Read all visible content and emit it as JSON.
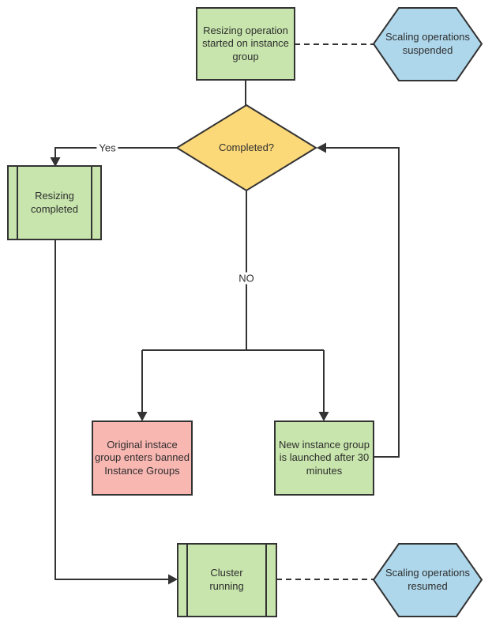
{
  "colors": {
    "green": "#c7e5ac",
    "yellow": "#fbd878",
    "pink": "#f9b7b2",
    "blue": "#aed7eb",
    "stroke": "#333333"
  },
  "nodes": {
    "start": {
      "label": "Resizing operation started on instance group",
      "shape": "process"
    },
    "suspended": {
      "label": "Scaling operations suspended",
      "shape": "hexagon"
    },
    "decision": {
      "label": "Completed?",
      "shape": "decision"
    },
    "resizing_completed": {
      "label": "Resizing completed",
      "shape": "predefined-process"
    },
    "banned": {
      "label": "Original instace group enters banned Instance Groups",
      "shape": "process"
    },
    "new_group": {
      "label": "New instance group is launched after 30 minutes",
      "shape": "process"
    },
    "cluster": {
      "label": "Cluster running",
      "shape": "predefined-process"
    },
    "resumed": {
      "label": "Scaling operations resumed",
      "shape": "hexagon"
    }
  },
  "edges": {
    "yes_label": "Yes",
    "no_label": "NO"
  }
}
